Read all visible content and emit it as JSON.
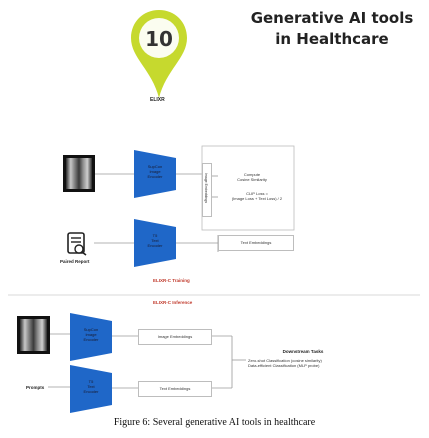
{
  "badge": {
    "number": "10"
  },
  "title": {
    "line1": "Generative AI tools",
    "line2": "in Healthcare"
  },
  "elixr_label": "ELIXR",
  "training": {
    "image_encoder": {
      "line1": "SupCon",
      "line2": "Image",
      "line3": "Encoder"
    },
    "text_encoder": {
      "line1": "T5",
      "line2": "Text",
      "line3": "Encoder"
    },
    "image_embeddings_vertical": "Image Embeddings",
    "compute": {
      "line1": "Compute",
      "line2": "Cosine Similarity"
    },
    "clip_loss": {
      "line1": "CLIP Loss =",
      "line2": "(Image Loss + Text Loss) / 2"
    },
    "text_embeddings": "Text Embeddings",
    "paired_report": "Paired Report",
    "section_label": "ELIXR-C Training"
  },
  "inference": {
    "section_label": "ELIXR-C Inference",
    "image_encoder": {
      "line1": "SupCon",
      "line2": "Image",
      "line3": "Encoder"
    },
    "text_encoder": {
      "line1": "T5",
      "line2": "Text",
      "line3": "Encoder"
    },
    "image_embeddings": "Image Embeddings",
    "text_embeddings": "Text Embeddings",
    "prompts": "Prompts",
    "downstream": {
      "title": "Downstream Tasks",
      "line1": "Zero-shot Classification (cosine similarity)",
      "line2": "Data-efficient Classification (MLP probe)"
    }
  },
  "caption": "Figure 6: Several generative AI tools in healthcare",
  "colors": {
    "badge_green": "#c6d92e",
    "badge_inner": "#fbfdf0",
    "encoder_blue": "#1f67c8",
    "accent_red": "#c0392b"
  }
}
